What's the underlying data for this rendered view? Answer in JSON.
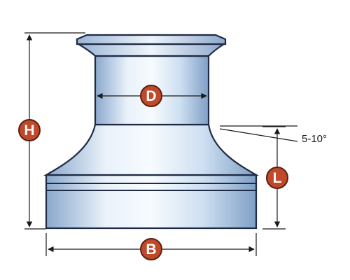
{
  "labels": {
    "height": "H",
    "diameter": "D",
    "base_width": "B",
    "lower_height": "L",
    "angle": "5-10°"
  },
  "colors": {
    "badge_fill": "#c0492a",
    "badge_stroke": "#5a1f12",
    "outline": "#1f2a44",
    "body_light": "#f3f8fd",
    "body_mid": "#cfe0f2",
    "body_dark": "#8aa8cc",
    "dimension_line": "#1a1a1a"
  }
}
